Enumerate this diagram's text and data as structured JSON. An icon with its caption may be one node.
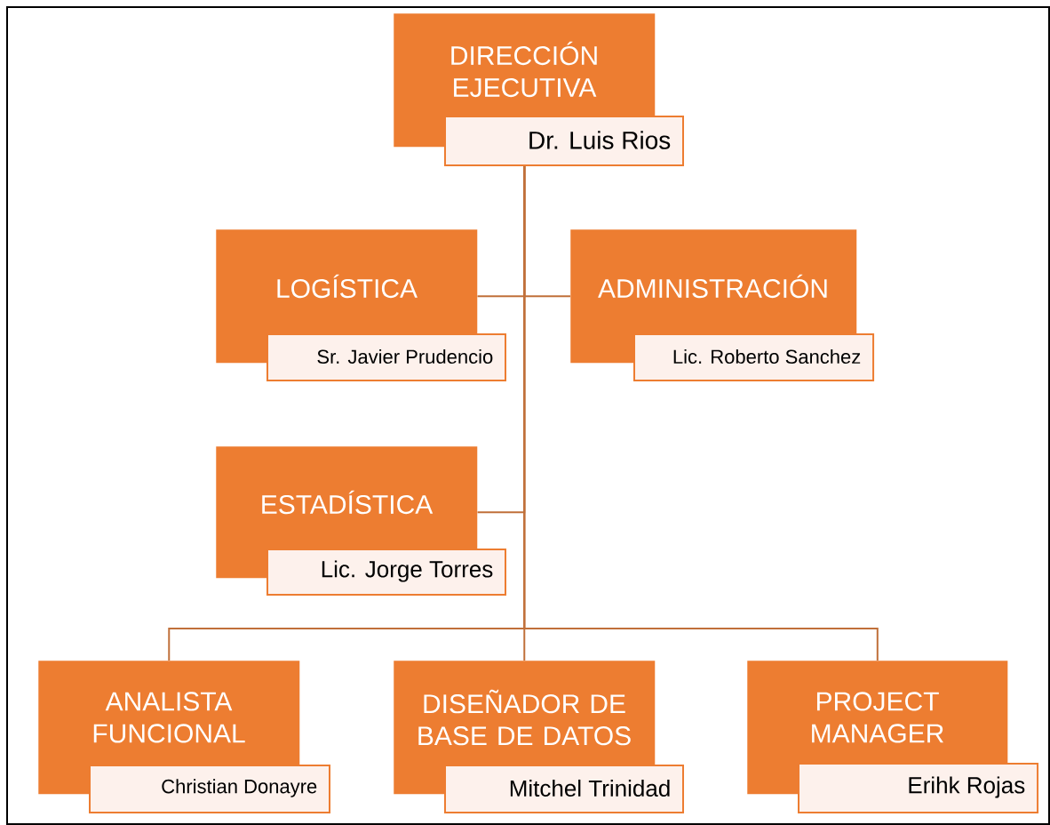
{
  "diagram": {
    "nodes": [
      {
        "text": [
          "DIRECCIÓN EJECUTIVA",
          "Dr. Luis Rios"
        ]
      },
      {
        "text": [
          "LOGÍSTICA",
          "Sr. Javier Prudencio"
        ]
      },
      {
        "text": [
          "ADMINISTRACIÓN",
          "Lic. Roberto Sanchez"
        ]
      },
      {
        "text": [
          "ESTADÍSTICA",
          "Lic. Jorge Torres"
        ]
      },
      {
        "text": [
          "ANALISTA FUNCIONAL",
          "Christian Donayre"
        ]
      },
      {
        "text": [
          "DISEÑADOR DE BASE DE DATOS",
          "Mitchel Trinidad"
        ]
      },
      {
        "text": [
          "PROJECT MANAGER",
          "Erihk Rojas"
        ]
      }
    ],
    "edges": [
      {
        "from": 0,
        "to": 1,
        "arrow": "none"
      },
      {
        "from": 0,
        "to": 2,
        "arrow": "none"
      },
      {
        "from": 0,
        "to": 3,
        "arrow": "none"
      },
      {
        "from": 0,
        "to": 4,
        "arrow": "none"
      },
      {
        "from": 0,
        "to": 5,
        "arrow": "none"
      },
      {
        "from": 0,
        "to": 6,
        "arrow": "none"
      }
    ]
  }
}
